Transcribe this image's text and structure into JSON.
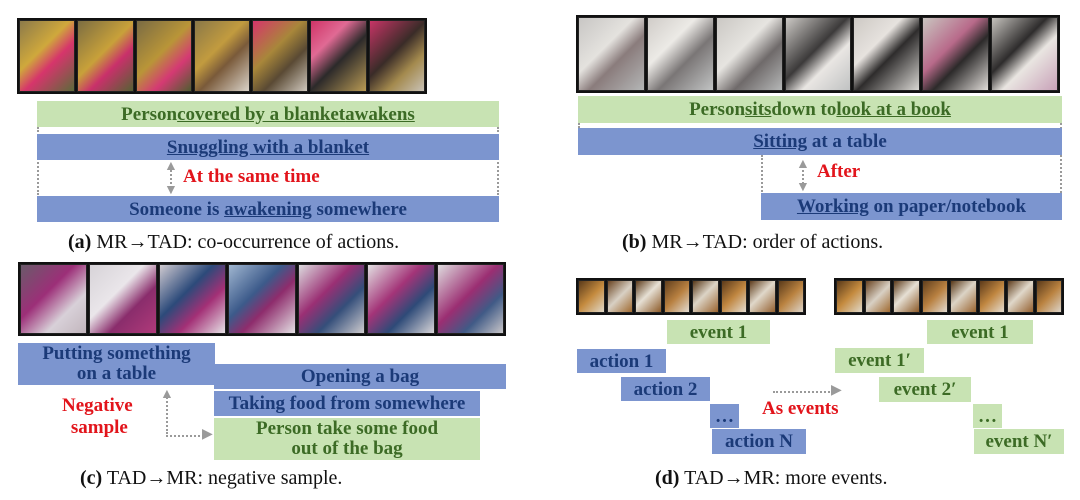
{
  "panel_a": {
    "filmstrip_frames": 7,
    "green_bar": [
      "Person ",
      "covered by a blanket",
      " ",
      "awakens"
    ],
    "blue_bar_1": [
      "Snuggling with a blanket"
    ],
    "relation": "At the same time",
    "blue_bar_2": [
      "Someone is ",
      "awakening",
      " somewhere"
    ],
    "caption_label": "(a)",
    "caption_text": "MR→TAD: co-occurrence of actions."
  },
  "panel_b": {
    "filmstrip_frames": 7,
    "green_bar": [
      "Person ",
      "sits",
      " down to ",
      "look at a book"
    ],
    "blue_bar_1": [
      "Sitting",
      " at a table"
    ],
    "relation": "After",
    "blue_bar_2": [
      "Working",
      " on paper/notebook"
    ],
    "caption_label": "(b)",
    "caption_text": "MR→TAD: order of actions."
  },
  "panel_c": {
    "filmstrip_frames": 7,
    "blue_left_line1": "Putting something",
    "blue_left_line2": "on a table",
    "blue_right_1": "Opening a bag",
    "blue_right_2": "Taking food from somewhere",
    "green_line1": "Person take some food",
    "green_line2": "out of the bag",
    "relation_line1": "Negative",
    "relation_line2": "sample",
    "caption_label": "(c)",
    "caption_text": "TAD→MR: negative sample."
  },
  "panel_d": {
    "filmstrip_frames": 8,
    "event_left": "event 1",
    "event_right": "event 1",
    "actions": [
      "action 1",
      "action 2",
      "…",
      "action N"
    ],
    "events": [
      "event 1′",
      "event 2′",
      "…",
      "event N′"
    ],
    "relation": "As events",
    "caption_label": "(d)",
    "caption_text": "TAD→MR: more events."
  },
  "colors": {
    "green_bg": "#c8e3b3",
    "green_text": "#3c6b25",
    "blue_bg": "#7c95cf",
    "blue_text": "#1b3a78",
    "red": "#e2141b"
  }
}
